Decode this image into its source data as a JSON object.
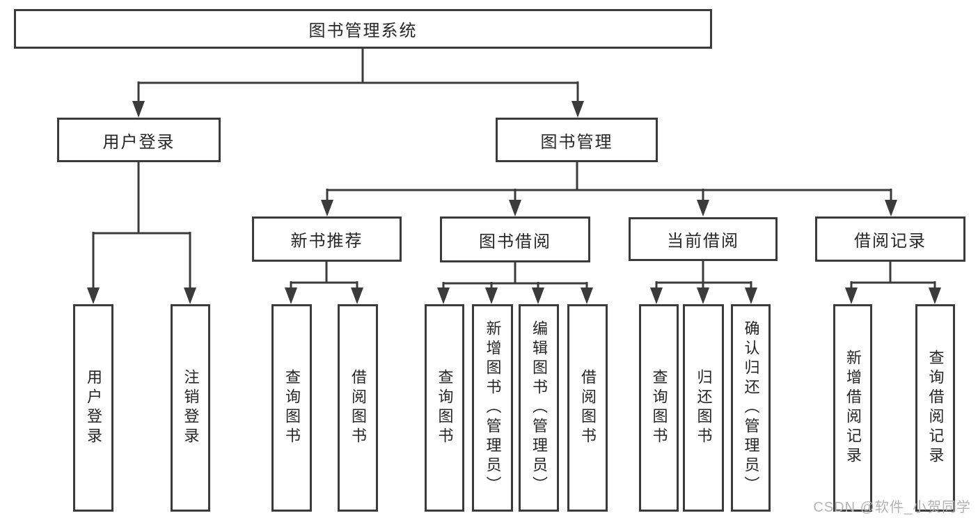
{
  "diagram": {
    "type": "hierarchy-tree",
    "orientation": "top-down"
  },
  "colors": {
    "line": "#3b3b3b",
    "box_border": "#3b3b3b",
    "box_fill": "#ffffff",
    "text": "#262626",
    "watermark": "#b3b3b3",
    "background": "#ffffff"
  },
  "tree": {
    "root": {
      "label": "图书管理系统",
      "children": [
        {
          "label": "用户登录",
          "children": [
            {
              "label": "用户登录"
            },
            {
              "label": "注销登录"
            }
          ]
        },
        {
          "label": "图书管理",
          "children": [
            {
              "label": "新书推荐",
              "children": [
                {
                  "label": "查询图书"
                },
                {
                  "label": "借阅图书"
                }
              ]
            },
            {
              "label": "图书借阅",
              "children": [
                {
                  "label": "查询图书"
                },
                {
                  "label": "新增图书（管理员）"
                },
                {
                  "label": "编辑图书（管理员）"
                },
                {
                  "label": "借阅图书"
                }
              ]
            },
            {
              "label": "当前借阅",
              "children": [
                {
                  "label": "查询图书"
                },
                {
                  "label": "归还图书"
                },
                {
                  "label": "确认归还（管理员）"
                }
              ]
            },
            {
              "label": "借阅记录",
              "children": [
                {
                  "label": "新增借阅记录"
                },
                {
                  "label": "查询借阅记录"
                }
              ]
            }
          ]
        }
      ]
    }
  },
  "watermark": {
    "text": "CSDN @软件_小贺同学"
  }
}
